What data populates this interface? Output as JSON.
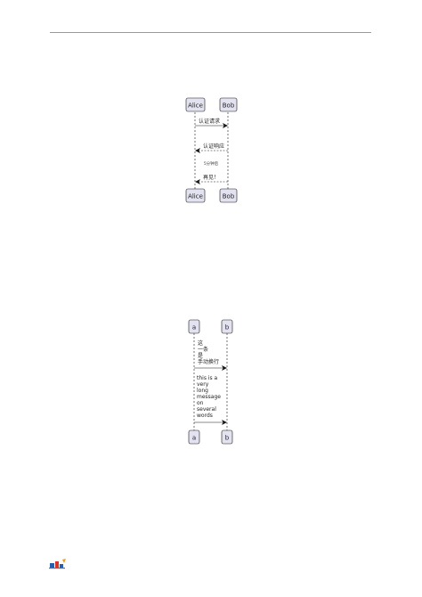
{
  "diagram1": {
    "participants": [
      "Alice",
      "Bob"
    ],
    "messages": [
      {
        "text": "认证请求",
        "from": "Alice",
        "to": "Bob",
        "style": "solid"
      },
      {
        "text": "认证响应",
        "from": "Bob",
        "to": "Alice",
        "style": "dashed"
      }
    ],
    "delay": "5分钟后",
    "final_message": {
      "text": "再见！",
      "from": "Bob",
      "to": "Alice",
      "style": "dashed"
    }
  },
  "diagram2": {
    "participants": [
      "a",
      "b"
    ],
    "messages": [
      {
        "lines": [
          "这",
          "一条",
          "是",
          "手动换行"
        ],
        "from": "a",
        "to": "b",
        "style": "solid"
      },
      {
        "lines": [
          "this is a",
          "very",
          "long",
          "message",
          "on",
          "several",
          "words"
        ],
        "from": "a",
        "to": "b",
        "style": "solid"
      }
    ]
  },
  "colors": {
    "participant_fill": "#e2e2f0",
    "participant_border": "#181818",
    "lifeline": "#181818",
    "page_rule": "#9a9a9a"
  },
  "footer": {
    "logo_icon": "plantuml-logo-icon"
  }
}
